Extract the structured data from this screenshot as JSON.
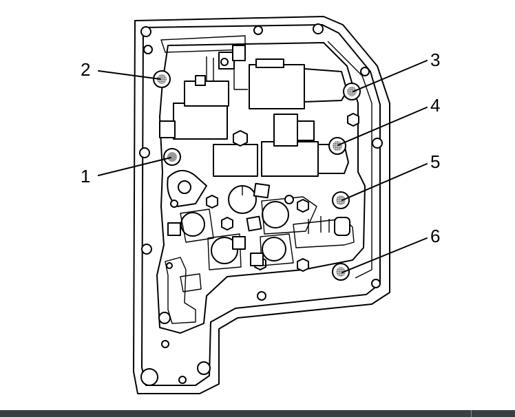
{
  "callouts": [
    {
      "id": "1",
      "label": "1"
    },
    {
      "id": "2",
      "label": "2"
    },
    {
      "id": "3",
      "label": "3"
    },
    {
      "id": "4",
      "label": "4"
    },
    {
      "id": "5",
      "label": "5"
    },
    {
      "id": "6",
      "label": "6"
    }
  ],
  "icons": [
    "valve-body-illustration",
    "bolt-icon"
  ],
  "colors": {
    "line": "#000000",
    "background": "#ffffff",
    "bolt_shade": "#9a9a9a",
    "bottom_bar": "#3b3e45"
  }
}
